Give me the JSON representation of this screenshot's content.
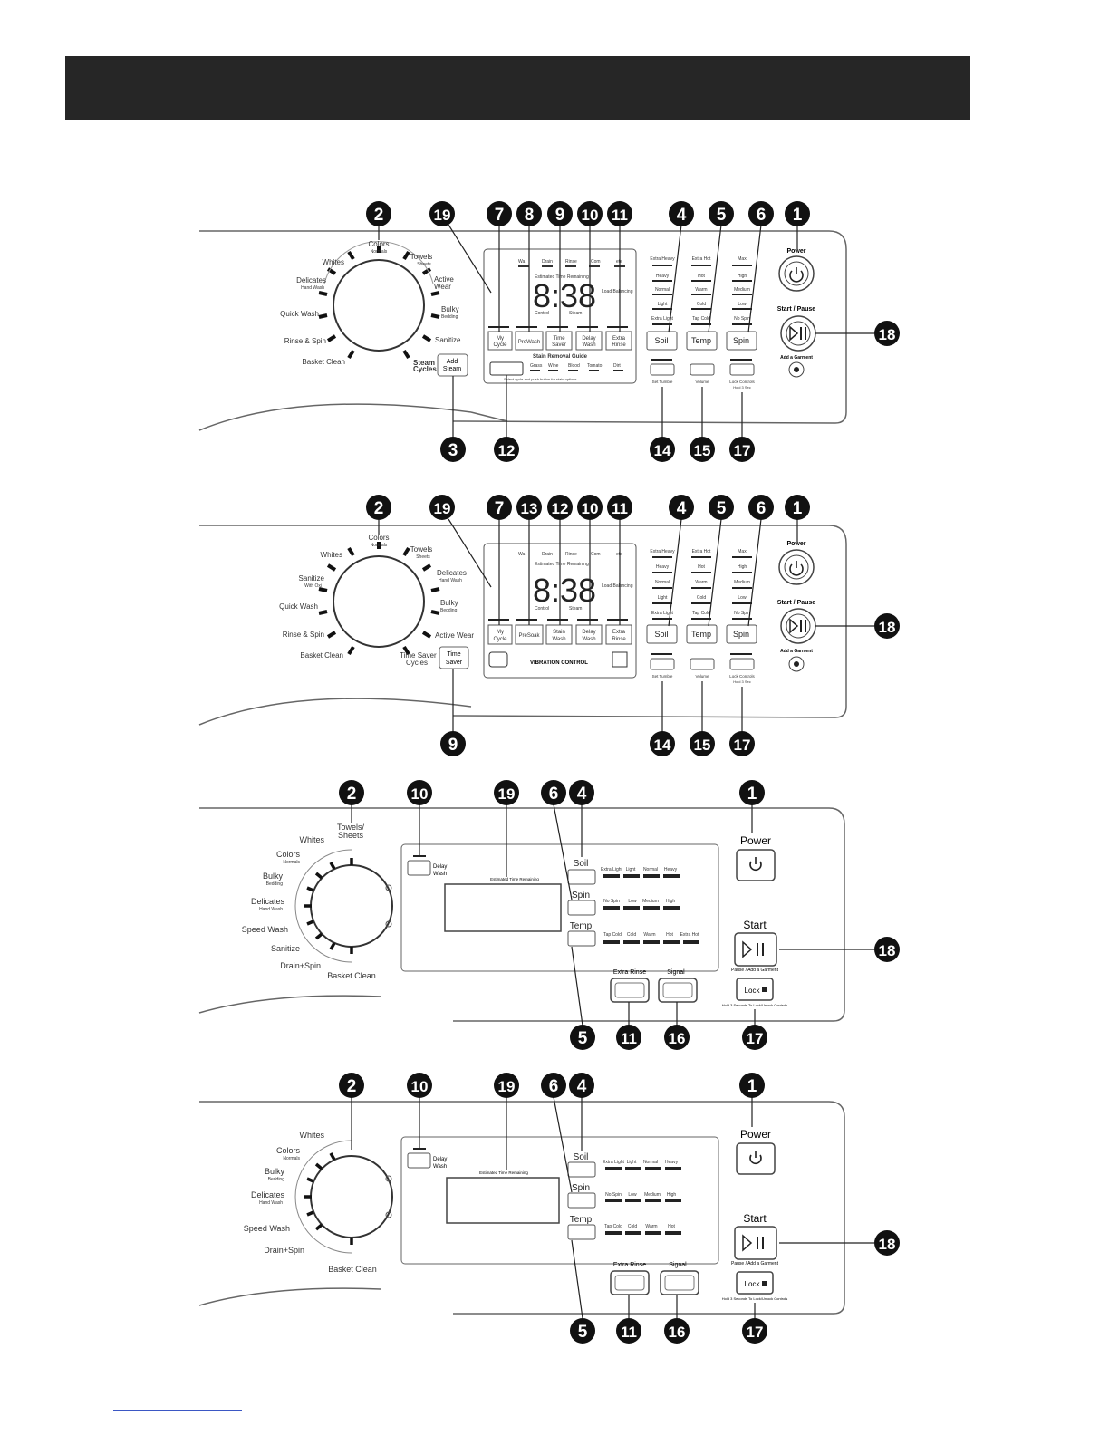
{
  "header": {
    "title": ""
  },
  "colors": {
    "callout_bg": "#111111",
    "callout_text": "#ffffff",
    "panel_line": "#555555",
    "header_bar": "#262626",
    "footer_line": "#3b57c4"
  },
  "panel1": {
    "callouts": [
      "2",
      "19",
      "7",
      "8",
      "9",
      "10",
      "11",
      "4",
      "5",
      "6",
      "1",
      "18",
      "3",
      "12",
      "14",
      "15",
      "17"
    ],
    "dial_labels": {
      "colors": "Colors",
      "normals": "Normals",
      "whites": "Whites",
      "towels": "Towels",
      "sheets": "Sheets",
      "delicates": "Delicates",
      "hand_wash": "Hand Wash",
      "active": "Active",
      "wear": "Wear",
      "quick_wash": "Quick Wash",
      "bulky": "Bulky",
      "bedding": "Bedding",
      "rinse_spin": "Rinse & Spin",
      "sanitize": "Sanitize",
      "basket_clean": "Basket Clean",
      "steam": "Steam",
      "cycles": "Cycles"
    },
    "add_steam": [
      "Add",
      "Steam"
    ],
    "display": {
      "digits": "8:38",
      "top_labels": [
        "Wa",
        "Drain",
        "Rinse",
        "Com",
        "ete"
      ],
      "est_time": "Estimated Time Remaining",
      "load_balancing": "Load Balancing",
      "control": "Control",
      "steam": "Steam"
    },
    "option_buttons": [
      [
        "My",
        "Cycle"
      ],
      [
        "PreWash"
      ],
      [
        "Time",
        "Saver"
      ],
      [
        "Delay",
        "Wash"
      ],
      [
        "Extra",
        "Rinse"
      ]
    ],
    "stain_guide": {
      "title": "Stain Removal Guide",
      "items": [
        "Grass",
        "Wine",
        "Blood",
        "Tomato",
        "Dirt"
      ],
      "note": "Select cycle and push button for stain options"
    },
    "soil_levels": [
      "Extra Heavy",
      "Heavy",
      "Normal",
      "Light",
      "Extra Light"
    ],
    "temp_levels": [
      "Extra Hot",
      "Hot",
      "Warm",
      "Cold",
      "Tap Cold"
    ],
    "spin_levels": [
      "Max",
      "High",
      "Medium",
      "Low",
      "No Spin"
    ],
    "soil": "Soil",
    "temp": "Temp",
    "spin": "Spin",
    "small_buttons": [
      "Set Tumble",
      "Volume",
      "Lock Controls"
    ],
    "hold": "Hold 3 Sec",
    "power": "Power",
    "start_pause": "Start / Pause",
    "add_garment": "Add a Garment"
  },
  "panel2": {
    "callouts": [
      "2",
      "19",
      "7",
      "13",
      "12",
      "10",
      "11",
      "4",
      "5",
      "6",
      "1",
      "18",
      "9",
      "14",
      "15",
      "17"
    ],
    "dial_labels": {
      "colors": "Colors",
      "normals": "Normals",
      "whites": "Whites",
      "towels": "Towels",
      "sheets": "Sheets",
      "sanitize": "Sanitize",
      "with_oxi": "With Oxi",
      "delicates": "Delicates",
      "hand_wash": "Hand Wash",
      "quick_wash": "Quick Wash",
      "bulky": "Bulky",
      "bedding": "Bedding",
      "rinse_spin": "Rinse & Spin",
      "basket_clean": "Basket Clean",
      "active_wear": "Active Wear",
      "time_saver": "Time Saver",
      "cycles": "Cycles"
    },
    "time_saver_btn": [
      "Time",
      "Saver"
    ],
    "display": {
      "digits": "8:38",
      "top_labels": [
        "Wa",
        "Drain",
        "Rinse",
        "Com",
        "ete"
      ],
      "est_time": "Estimated Time Remaining",
      "load_balancing": "Load Balancing",
      "control": "Control",
      "steam": "Steam"
    },
    "option_buttons": [
      [
        "My",
        "Cycle"
      ],
      [
        "PreSoak"
      ],
      [
        "Stain",
        "Wash"
      ],
      [
        "Delay",
        "Wash"
      ],
      [
        "Extra",
        "Rinse"
      ]
    ],
    "vibration": "VIBRATION CONTROL",
    "soil_levels": [
      "Extra Heavy",
      "Heavy",
      "Normal",
      "Light",
      "Extra Light"
    ],
    "temp_levels": [
      "Extra Hot",
      "Hot",
      "Warm",
      "Cold",
      "Tap Cold"
    ],
    "spin_levels": [
      "Max",
      "High",
      "Medium",
      "Low",
      "No Spin"
    ],
    "soil": "Soil",
    "temp": "Temp",
    "spin": "Spin",
    "small_buttons": [
      "Set Tumble",
      "Volume",
      "Lock Controls"
    ],
    "hold": "Hold 3 Sec",
    "power": "Power",
    "start_pause": "Start / Pause",
    "add_garment": "Add a Garment"
  },
  "panel3": {
    "callouts": [
      "2",
      "10",
      "19",
      "6",
      "4",
      "1",
      "18",
      "5",
      "11",
      "16",
      "17"
    ],
    "dial_labels": {
      "whites": "Whites",
      "towels": "Towels/",
      "sheets": "Sheets",
      "colors": "Colors",
      "normals": "Normals",
      "bulky": "Bulky",
      "bedding": "Bedding",
      "delicates": "Delicates",
      "hand_wash": "Hand Wash",
      "speed_wash": "Speed Wash",
      "sanitize": "Sanitize",
      "drain_spin": "Drain+Spin",
      "basket_clean": "Basket Clean"
    },
    "delay_wash": [
      "Delay",
      "Wash"
    ],
    "est_time": "Estimated Time Remaining",
    "soil": "Soil",
    "spin": "Spin",
    "temp": "Temp",
    "soil_levels": [
      "Extra Light",
      "Light",
      "Normal",
      "Heavy"
    ],
    "spin_levels": [
      "No Spin",
      "Low",
      "Medium",
      "High"
    ],
    "temp_levels": [
      "Tap Cold",
      "Cold",
      "Warm",
      "Hot",
      "Extra Hot"
    ],
    "extra_rinse": "Extra Rinse",
    "signal": "Signal",
    "power": "Power",
    "start": "Start",
    "pause_add": "Pause / Add a Garment",
    "lock": "Lock",
    "lock_note": "Hold 3 Seconds To Lock/Unlock Controls"
  },
  "panel4": {
    "callouts": [
      "2",
      "10",
      "19",
      "6",
      "4",
      "1",
      "18",
      "5",
      "11",
      "16",
      "17"
    ],
    "dial_labels": {
      "whites": "Whites",
      "colors": "Colors",
      "normals": "Normals",
      "bulky": "Bulky",
      "bedding": "Bedding",
      "delicates": "Delicates",
      "hand_wash": "Hand Wash",
      "speed_wash": "Speed Wash",
      "drain_spin": "Drain+Spin",
      "basket_clean": "Basket Clean"
    },
    "delay_wash": [
      "Delay",
      "Wash"
    ],
    "est_time": "Estimated Time Remaining",
    "soil": "Soil",
    "spin": "Spin",
    "temp": "Temp",
    "soil_levels": [
      "Extra Light",
      "Light",
      "Normal",
      "Heavy"
    ],
    "spin_levels": [
      "No Spin",
      "Low",
      "Medium",
      "High"
    ],
    "temp_levels": [
      "Tap Cold",
      "Cold",
      "Warm",
      "Hot"
    ],
    "extra_rinse": "Extra Rinse",
    "signal": "Signal",
    "power": "Power",
    "start": "Start",
    "pause_add": "Pause / Add a Garment",
    "lock": "Lock",
    "lock_note": "Hold 3 Seconds To Lock/Unlock Controls"
  }
}
